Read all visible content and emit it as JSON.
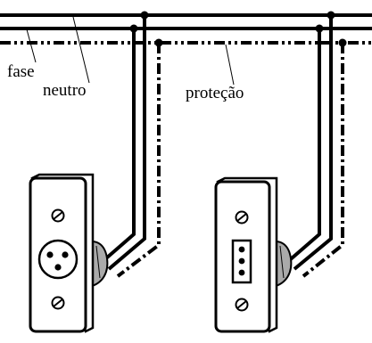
{
  "labels": {
    "fase": "fase",
    "neutro": "neutro",
    "protecao": "proteção"
  },
  "colors": {
    "ink": "#000000",
    "background": "#ffffff"
  },
  "outlets": [
    {
      "type": "round-three-pin-socket"
    },
    {
      "type": "rectangular-three-slot-socket"
    }
  ]
}
